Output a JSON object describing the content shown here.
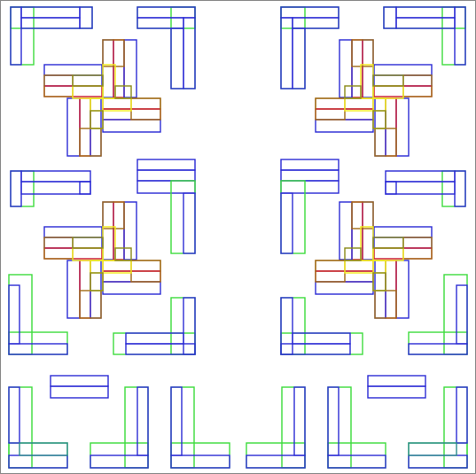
{
  "canvas": {
    "background": "#ffffff",
    "border_color": "#8a8a8a"
  },
  "palette": {
    "blue": "#2a2ad4",
    "green": "#3ddc3d",
    "teal": "#2a8a8a",
    "yellow": "#f2ea1a",
    "red": "#c8142a",
    "brown": "#a06a14",
    "olive": "#8a8a1a"
  },
  "figure": {
    "description_elements": [
      "pinwheel-cluster",
      "l-bracket",
      "domino-pair"
    ],
    "pinwheel_count": 4,
    "text_labels": []
  }
}
